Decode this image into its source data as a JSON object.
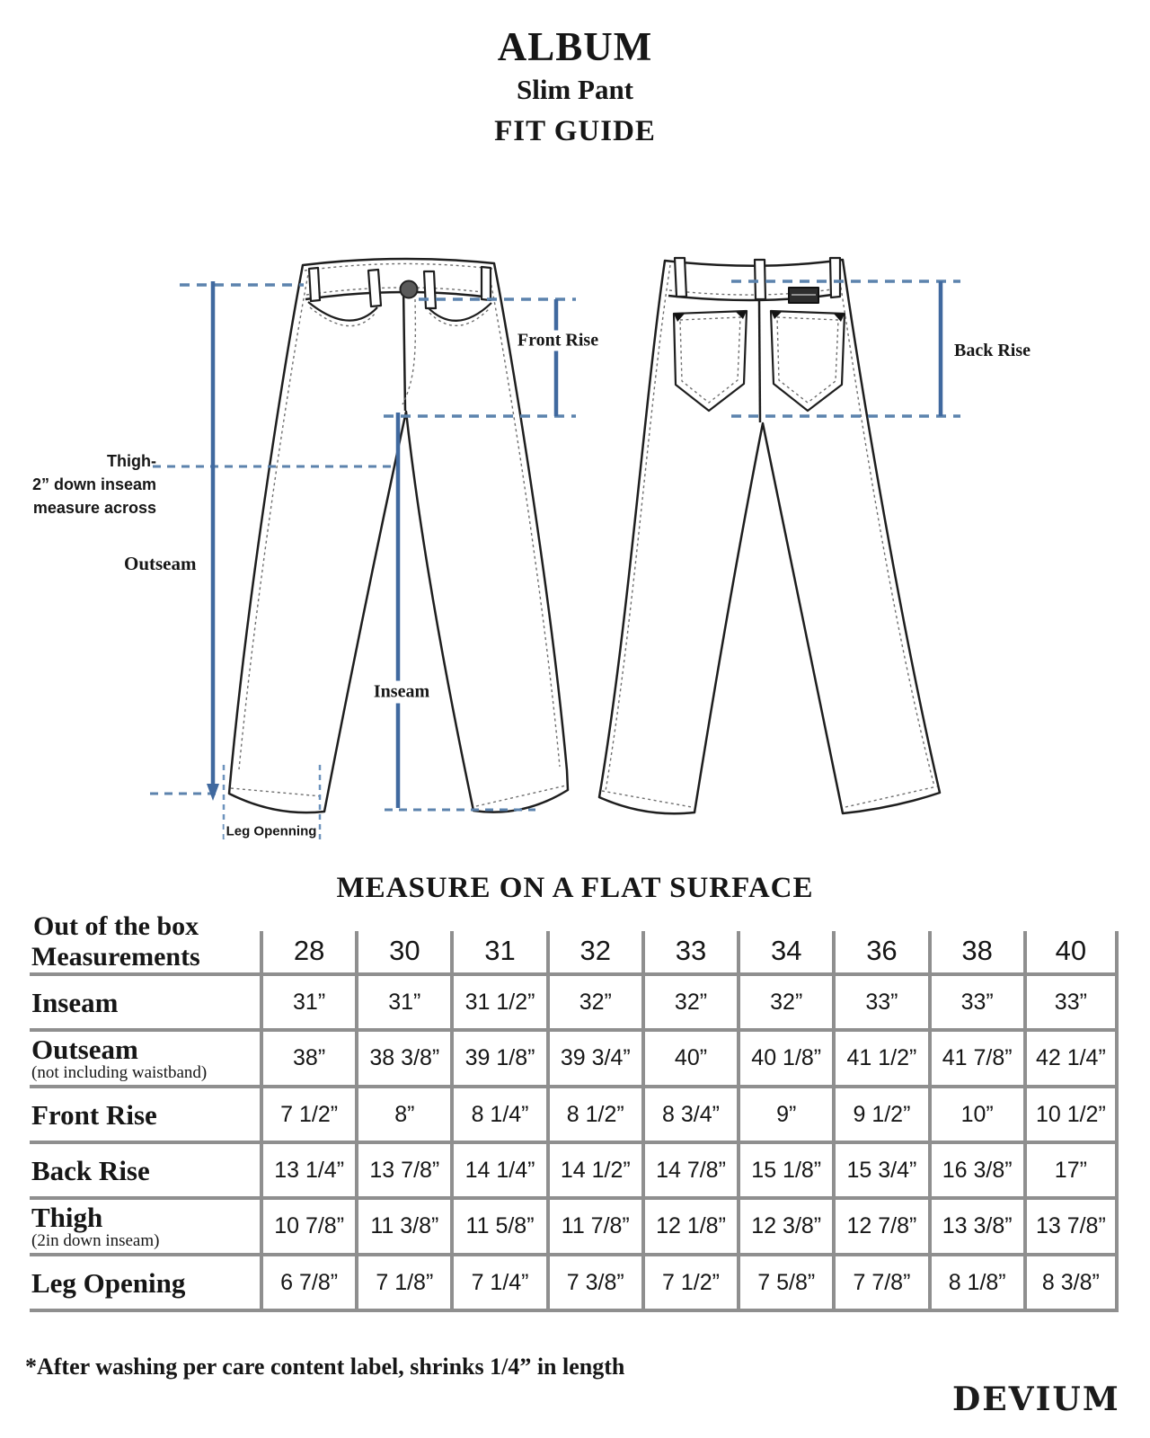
{
  "header": {
    "title": "ALBUM",
    "subtitle": "Slim Pant",
    "tagline": "FIT GUIDE"
  },
  "diagram": {
    "front_rise_label": "Front Rise",
    "back_rise_label": "Back Rise",
    "thigh_label_line1": "Thigh-",
    "thigh_label_line2": "2” down inseam",
    "thigh_label_line3": "measure across",
    "outseam_label": "Outseam",
    "inseam_label": "Inseam",
    "leg_opening_label": "Leg Openning",
    "accent_solid": "#40699f",
    "accent_dashed": "#5c83ad",
    "accent_light_dashed": "#6d93bd"
  },
  "measure_note": "MEASURE ON A FLAT SURFACE",
  "table": {
    "header_line1": "Out of the box",
    "header_line2": "Measurements",
    "sizes": [
      "28",
      "30",
      "31",
      "32",
      "33",
      "34",
      "36",
      "38",
      "40"
    ],
    "rows": [
      {
        "label": "Inseam",
        "sublabel": "",
        "values": [
          "31”",
          "31”",
          "31 1/2”",
          "32”",
          "32”",
          "32”",
          "33”",
          "33”",
          "33”"
        ]
      },
      {
        "label": "Outseam",
        "sublabel": "(not including waistband)",
        "values": [
          "38”",
          "38 3/8”",
          "39 1/8”",
          "39 3/4”",
          "40”",
          "40 1/8”",
          "41 1/2”",
          "41 7/8”",
          "42 1/4”"
        ]
      },
      {
        "label": "Front Rise",
        "sublabel": "",
        "values": [
          "7 1/2”",
          "8”",
          "8 1/4”",
          "8 1/2”",
          "8 3/4”",
          "9”",
          "9 1/2”",
          "10”",
          "10 1/2”"
        ]
      },
      {
        "label": "Back Rise",
        "sublabel": "",
        "values": [
          "13 1/4”",
          "13 7/8”",
          "14 1/4”",
          "14 1/2”",
          "14 7/8”",
          "15 1/8”",
          "15 3/4”",
          "16 3/8”",
          "17”"
        ]
      },
      {
        "label": "Thigh",
        "sublabel": "(2in down inseam)",
        "values": [
          "10 7/8”",
          "11 3/8”",
          "11 5/8”",
          "11 7/8”",
          "12 1/8”",
          "12 3/8”",
          "12 7/8”",
          "13 3/8”",
          "13 7/8”"
        ]
      },
      {
        "label": "Leg Opening",
        "sublabel": "",
        "values": [
          "6 7/8”",
          "7 1/8”",
          "7 1/4”",
          "7 3/8”",
          "7 1/2”",
          "7 5/8”",
          "7 7/8”",
          "8 1/8”",
          "8 3/8”"
        ]
      }
    ]
  },
  "footnote": "*After washing per care content label, shrinks 1/4” in length",
  "brand": "DEVIUM"
}
